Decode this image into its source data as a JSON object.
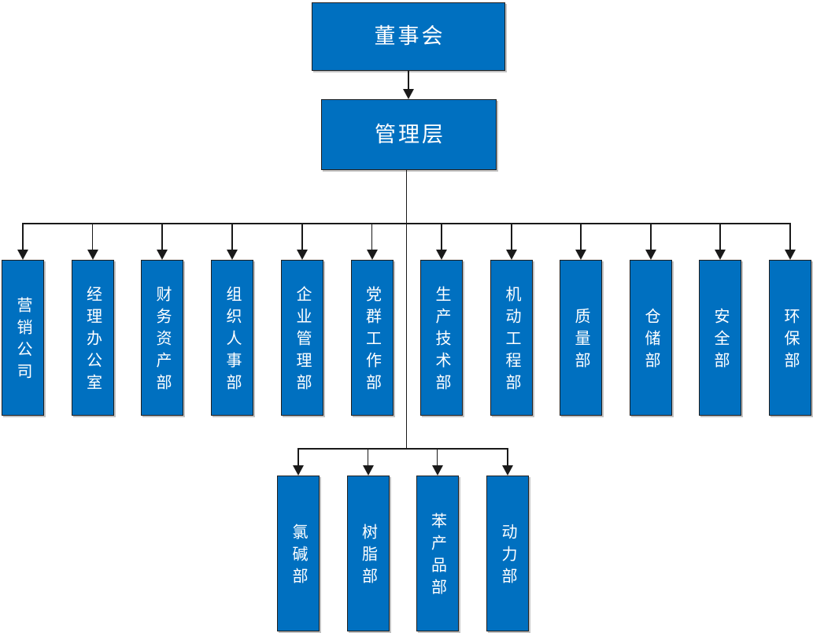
{
  "org": {
    "root": {
      "label": "董事会"
    },
    "management": {
      "label": "管理层"
    },
    "departments": [
      {
        "label": "营销公司"
      },
      {
        "label": "经理办公室"
      },
      {
        "label": "财务资产部"
      },
      {
        "label": "组织人事部"
      },
      {
        "label": "企业管理部"
      },
      {
        "label": "党群工作部"
      },
      {
        "label": "生产技术部"
      },
      {
        "label": "机动工程部"
      },
      {
        "label": "质量部"
      },
      {
        "label": "仓储部"
      },
      {
        "label": "安全部"
      },
      {
        "label": "环保部"
      }
    ],
    "production_departments": [
      {
        "label": "氯碱部"
      },
      {
        "label": "树脂部"
      },
      {
        "label": "苯产品部"
      },
      {
        "label": "动力部"
      }
    ]
  },
  "colors": {
    "box_fill": "#0070C0",
    "box_border": "#1f1f1f",
    "box_text": "#FFFFFF",
    "connector": "#1a1a1a",
    "background": "#FFFFFF"
  }
}
